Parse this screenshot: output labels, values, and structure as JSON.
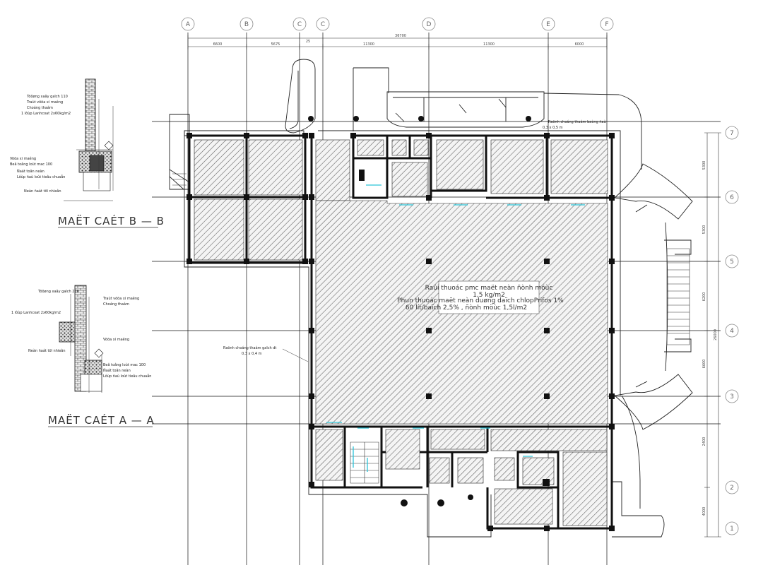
{
  "sections": {
    "b": {
      "title": "MAËT CAÉT B — B",
      "notes": [
        "Töôøng xaây gaïch 110",
        "Traùt vöõa xi maêng",
        "Choáng thaám",
        "1 lôùp Lanhcoat 2x60kg/m2",
        "Vöõa xi maêng",
        "Beâ toâng loùt mac 100",
        "Ñaát toân neàn",
        "Lôùp ñaù loùt tieâu chuaån",
        "Neàn ñaát töï nhieân"
      ]
    },
    "a": {
      "title": "MAËT CAÉT A — A",
      "notes": [
        "Töôøng xaây gaïch 220",
        "Traùt vöõa xi maêng",
        "Choáng thaám",
        "1 lôùp Lanhcoat 2x60kg/m2",
        "Vöõa xi maêng",
        "Beâ toâng loùt mac 100",
        "Ñaát toân neàn",
        "Lôùp ñaù loùt tieâu chuaån",
        "Neàn ñaát töï nhieân"
      ]
    }
  },
  "plan": {
    "note_lines": [
      "Raûi thuoác pmc maët neàn ñònh möùc",
      "1,5 kg/m2",
      "Phun thuoác maët neàn duøng daïch chlopPrifos 1%",
      "60 lít/baïch 2,5% , ñònh möùc 1,5l/m2"
    ],
    "side_note_left": "Raõnh choáng thaám gaïch dt",
    "side_note_left_2": "0,3 x 0,4 m",
    "top_note": "Raõnh choáng thaám baèng ñaù",
    "top_note_2": "0,3 x 0,5 m"
  },
  "dimensions": {
    "overall_top": "36700",
    "top": [
      "6600",
      "5675",
      "25",
      "11300",
      "11300",
      "6000"
    ],
    "overall_right": "26000",
    "right": [
      "5300",
      "5300",
      "6200",
      "6600",
      "2400",
      "4000"
    ]
  },
  "grid_labels": {
    "top": [
      "A",
      "B",
      "C",
      "C",
      "D",
      "E",
      "F"
    ],
    "right": [
      "7",
      "6",
      "5",
      "4",
      "3",
      "2",
      "1"
    ]
  }
}
